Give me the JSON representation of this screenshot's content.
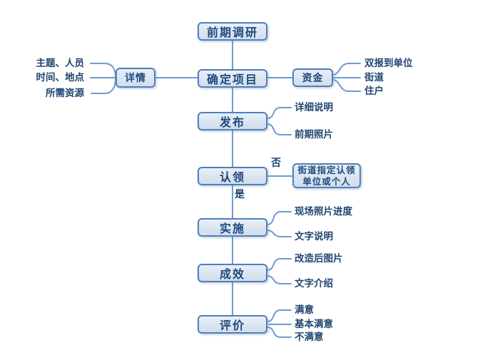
{
  "flow": {
    "nodes": {
      "research": "前期调研",
      "project": "确定项目",
      "details": "详情",
      "funds": "资金",
      "publish": "发布",
      "claim": "认领",
      "assign_line1": "街道指定认领",
      "assign_line2": "单位或个人",
      "implement": "实施",
      "effect": "成效",
      "evaluate": "评价"
    },
    "branch_labels": {
      "no": "否",
      "yes": "是"
    },
    "details_inputs": [
      "主题、人员",
      "时间、地点",
      "所需资源"
    ],
    "funds_sources": [
      "双报到单位",
      "街道",
      "住户"
    ],
    "publish_outputs": [
      "详细说明",
      "前期照片"
    ],
    "implement_outputs": [
      "现场照片进度",
      "文字说明"
    ],
    "effect_outputs": [
      "改造后图片",
      "文字介绍"
    ],
    "evaluate_options": [
      "满意",
      "基本满意",
      "不满意"
    ],
    "colors": {
      "box_border": "#4e81bd",
      "box_fill": "#dbe5f1",
      "connector_line": "#6f9ad2",
      "text": "#1f497d",
      "background": "#ffffff"
    }
  }
}
